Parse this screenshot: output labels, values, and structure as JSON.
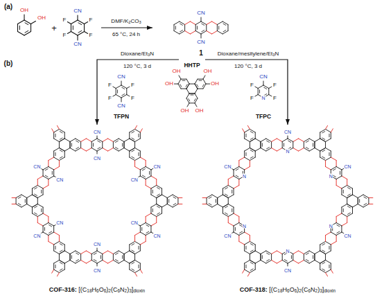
{
  "diagram": {
    "labels": [
      "(a)",
      "OH",
      "OH",
      "+",
      "CN",
      "F",
      "F",
      "F",
      "F",
      "CN",
      "DMF/K2CO3",
      "65 °C, 24 h",
      "CN",
      "CN",
      "1",
      "(b)",
      "CN",
      "F",
      "F",
      "F",
      "F",
      "CN",
      "TFPN",
      "Dioxane/Et3N",
      "120 °C, 3 d",
      "HHTP",
      "OH",
      "OH",
      "OH",
      "OH",
      "OH",
      "OH",
      "Dioxane/mesitylene/Et3N",
      "120 °C, 3 d",
      "CN",
      "F",
      "F",
      "F",
      "F",
      "N",
      "TFPC",
      "CN",
      "CN",
      "CN",
      "CN",
      "CN",
      "CN",
      "CN",
      "CN",
      "CN",
      "CN",
      "CN",
      "CN",
      "COF-316: [(C18H6O6)2(C6N2)3]dioxin",
      "CN",
      "N",
      "CN",
      "N",
      "CN",
      "N",
      "CN",
      "N",
      "CN",
      "N",
      "CN",
      "N",
      "COF-318: [(C18H6O6)2(C6N2)3]dioxin"
    ]
  }
}
